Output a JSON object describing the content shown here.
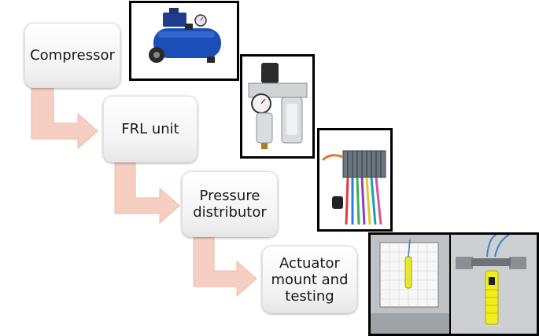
{
  "steps": [
    {
      "label": "Compressor"
    },
    {
      "label": "FRL unit"
    },
    {
      "label": "Pressure\ndistributor"
    },
    {
      "label": "Actuator\nmount and\ntesting"
    }
  ],
  "colors": {
    "arrow": "#f6cfc2",
    "arrow_edge": "#efb8a6",
    "frame": "#000000"
  },
  "photos": [
    {
      "icon": "compressor-photo"
    },
    {
      "icon": "frl-unit-photo"
    },
    {
      "icon": "pressure-distributor-photo"
    },
    {
      "icon": "actuator-test-photo"
    }
  ]
}
